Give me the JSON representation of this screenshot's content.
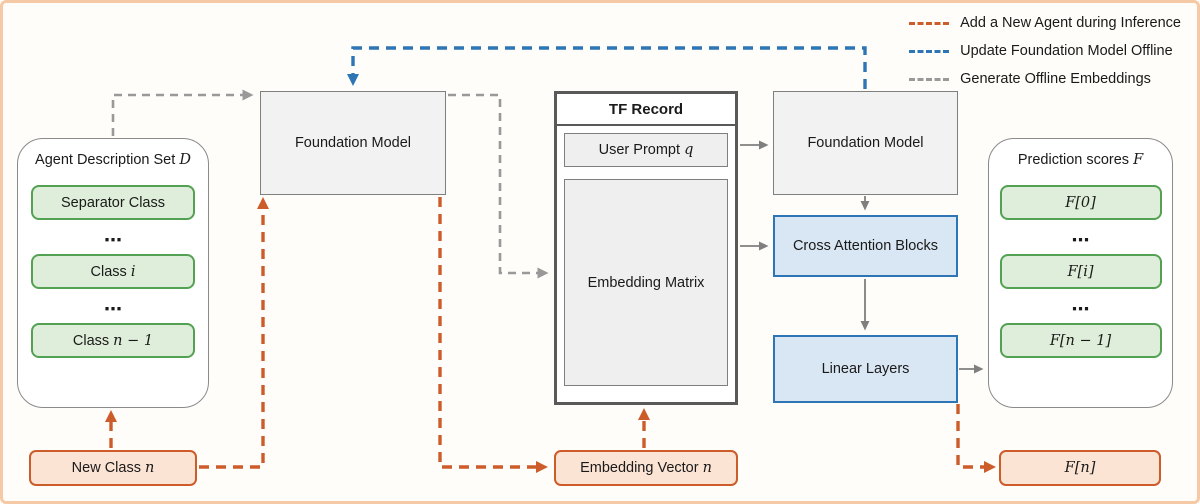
{
  "legend": {
    "items": [
      {
        "label": "Add a New Agent during Inference",
        "color": "#CD5C2B"
      },
      {
        "label": "Update Foundation Model Offline",
        "color": "#2E75B6"
      },
      {
        "label": "Generate Offline Embeddings",
        "color": "#999999"
      }
    ]
  },
  "agent_set": {
    "title_text": "Agent Description Set ",
    "title_math": "D",
    "items": [
      {
        "text": "Separator Class",
        "math": ""
      },
      {
        "text": "Class ",
        "math": "i"
      },
      {
        "text": "Class ",
        "math": "n − 1"
      }
    ],
    "ellipsis": "⋯"
  },
  "foundation_model_left": {
    "label": "Foundation Model"
  },
  "tf_record": {
    "title": "TF Record",
    "user_prompt_text": "User Prompt ",
    "user_prompt_math": "q",
    "embedding_matrix": "Embedding Matrix"
  },
  "foundation_model_right": {
    "label": "Foundation Model"
  },
  "cross_attention": {
    "label": "Cross Attention Blocks"
  },
  "linear_layers": {
    "label": "Linear Layers"
  },
  "prediction_scores": {
    "title_text": "Prediction scores ",
    "title_math": "F",
    "items": [
      "F[0]",
      "F[i]",
      "F[n − 1]"
    ],
    "ellipsis": "⋯"
  },
  "bottom": {
    "new_class_text": "New Class ",
    "new_class_math": "n",
    "embedding_vector_text": "Embedding Vector ",
    "embedding_vector_math": "n",
    "fn_label": "F[n]"
  },
  "colors": {
    "orange_accent": "#CD5C2B",
    "blue_accent": "#2E75B6",
    "gray_accent": "#999999",
    "solid_gray": "#7F7F7F",
    "green_fill": "#DFEEDA",
    "green_border": "#53A153",
    "gray_fill": "#F2F2F2",
    "blue_fill": "#D9E7F4",
    "orange_fill": "#FBE4D4",
    "page_border": "#F5C9A5"
  }
}
